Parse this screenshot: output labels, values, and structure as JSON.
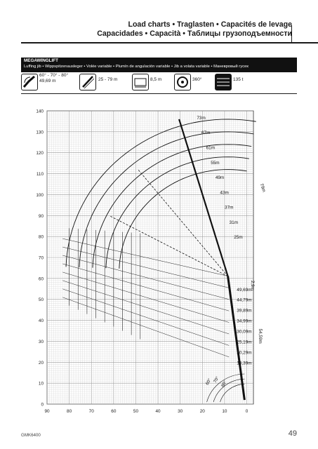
{
  "header": {
    "title_line1": "Load charts • Traglasten • Capacités de levage",
    "title_line2": "Capacidades • Capacità • Таблицы грузоподъемности"
  },
  "banner": {
    "title": "MEGAWINGLIFT",
    "subtitle": "Luffing jib • Wippspitzenausleger • Volée variable • Plumín de angulación variable • Jib a volata variable • Маневровый гусек"
  },
  "specs": [
    {
      "icon": "luffing-jib-angle-icon",
      "text": "60° - 70° - 80°",
      "text2": "49,69 m"
    },
    {
      "icon": "jib-length-icon",
      "text": "25 - 79 m"
    },
    {
      "icon": "counterweight-radius-icon",
      "text": "8,5 m"
    },
    {
      "icon": "slewing-360-icon",
      "text": "360°"
    },
    {
      "icon": "counterweight-icon",
      "text": "135 t"
    }
  ],
  "chart_data": {
    "type": "other",
    "x_ticks": [
      "90",
      "80",
      "70",
      "60",
      "50",
      "40",
      "30",
      "20",
      "10",
      "0"
    ],
    "y_ticks": [
      "140",
      "130",
      "120",
      "110",
      "100",
      "90",
      "80",
      "70",
      "60",
      "50",
      "40",
      "30",
      "20",
      "10",
      "0"
    ],
    "xlim": [
      90,
      -3
    ],
    "ylim": [
      0,
      140
    ],
    "grid": true,
    "jib_labels": [
      "73m",
      "67m",
      "61m",
      "55m",
      "49m",
      "43m",
      "37m",
      "31m",
      "25m"
    ],
    "jib_total": "79m",
    "main_boom_labels": [
      "49,69m",
      "44,79m",
      "39,89m",
      "34,99m",
      "30,09m",
      "25,19m",
      "20,29m",
      "15,39m"
    ],
    "main_boom_total": "54,59m",
    "offset_label": "2,9m",
    "angle_labels": [
      "60°",
      "70°",
      "80°"
    ]
  },
  "footer": {
    "model": "GMK6400",
    "page": "49"
  }
}
